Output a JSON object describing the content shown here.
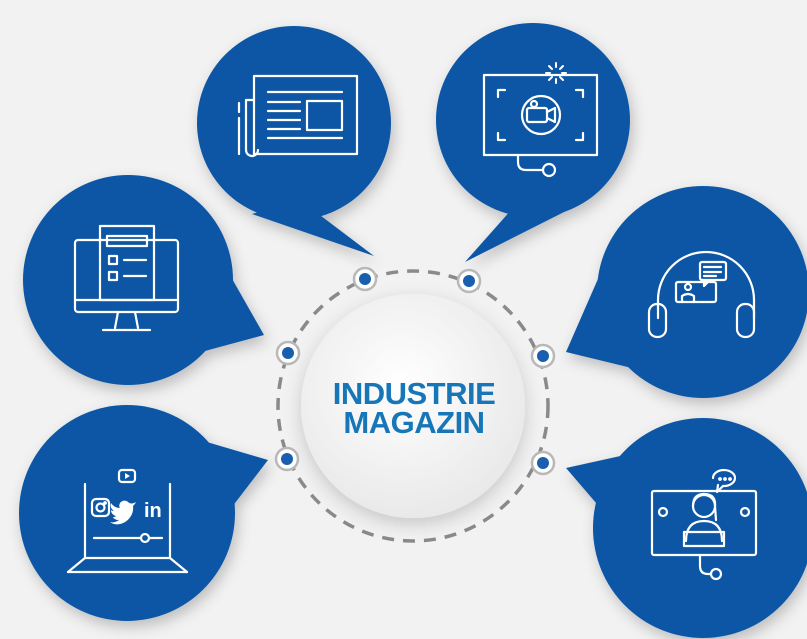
{
  "brand": {
    "line1": "INDUSTRIE",
    "line2": "MAGAZIN",
    "color": "#1776b8"
  },
  "colors": {
    "bubble_fill": "#0d57a5",
    "bubble_shadow": "#0a3f7a",
    "center_fill": "#f7f7f7",
    "dash_ring": "#8a8a8a",
    "node_fill": "#1a5fae",
    "icon_stroke": "#ffffff",
    "background": "#f2f2f2"
  },
  "channels": [
    {
      "id": "print-magazine",
      "icon": "newspaper-icon"
    },
    {
      "id": "video",
      "icon": "video-camera-icon"
    },
    {
      "id": "website",
      "icon": "desktop-website-icon"
    },
    {
      "id": "podcast",
      "icon": "headphones-podcast-icon"
    },
    {
      "id": "social-media",
      "icon": "laptop-social-media-icon"
    },
    {
      "id": "webinar",
      "icon": "webinar-speaker-icon"
    }
  ],
  "social": {
    "linkedin_text": "in"
  }
}
